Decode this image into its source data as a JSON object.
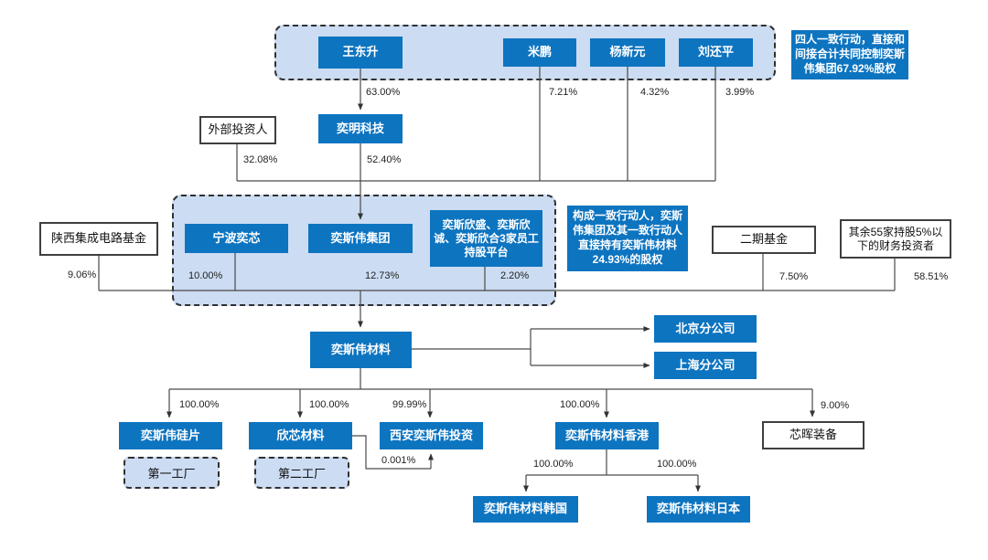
{
  "colors": {
    "entity_box_blue": "#0d74c0",
    "group_fill_light_blue": "#ccdcf2",
    "dashed_border": "#303030",
    "white_box_border": "#3f3f3f",
    "connector_line": "#4a4a4a"
  },
  "nodes": {
    "wang": "王东升",
    "mi": "米鹏",
    "yang": "杨新元",
    "liu": "刘还平",
    "waibu": "外部投资人",
    "yiming": "奕明科技",
    "shaanxi": "陕西集成电路基金",
    "ningbo": "宁波奕芯",
    "group": "奕斯伟集团",
    "esop": "奕斯欣盛、奕斯欣诚、奕斯欣合3家员工持股平台",
    "erqi": "二期基金",
    "others": "其余55家持股5%以下的财务投资者",
    "material": "奕斯伟材料",
    "beijing": "北京分公司",
    "shanghai": "上海分公司",
    "guipian": "奕斯伟硅片",
    "xinxin": "欣芯材料",
    "xian": "西安奕斯伟投资",
    "hongkong": "奕斯伟材料香港",
    "xinhui": "芯晖装备",
    "factory1": "第一工厂",
    "factory2": "第二工厂",
    "korea": "奕斯伟材料韩国",
    "japan": "奕斯伟材料日本"
  },
  "notes": {
    "top_right": "四人一致行动，直接和间接合计共同控制奕斯伟集团67.92%股权",
    "mid": "构成一致行动人，奕斯伟集团及其一致行动人直接持有奕斯伟材料24.93%的股权"
  },
  "pct": {
    "wang_yiming": "63.00%",
    "mi": "7.21%",
    "yang": "4.32%",
    "liu": "3.99%",
    "waibu": "32.08%",
    "yiming": "52.40%",
    "shaanxi": "9.06%",
    "ningbo": "10.00%",
    "group": "12.73%",
    "esop": "2.20%",
    "erqi": "7.50%",
    "others": "58.51%",
    "guipian": "100.00%",
    "xinxin": "100.00%",
    "xian": "99.99%",
    "hongkong": "100.00%",
    "xinhui": "9.00%",
    "xinxin_xian": "0.001%",
    "korea": "100.00%",
    "japan": "100.00%"
  }
}
